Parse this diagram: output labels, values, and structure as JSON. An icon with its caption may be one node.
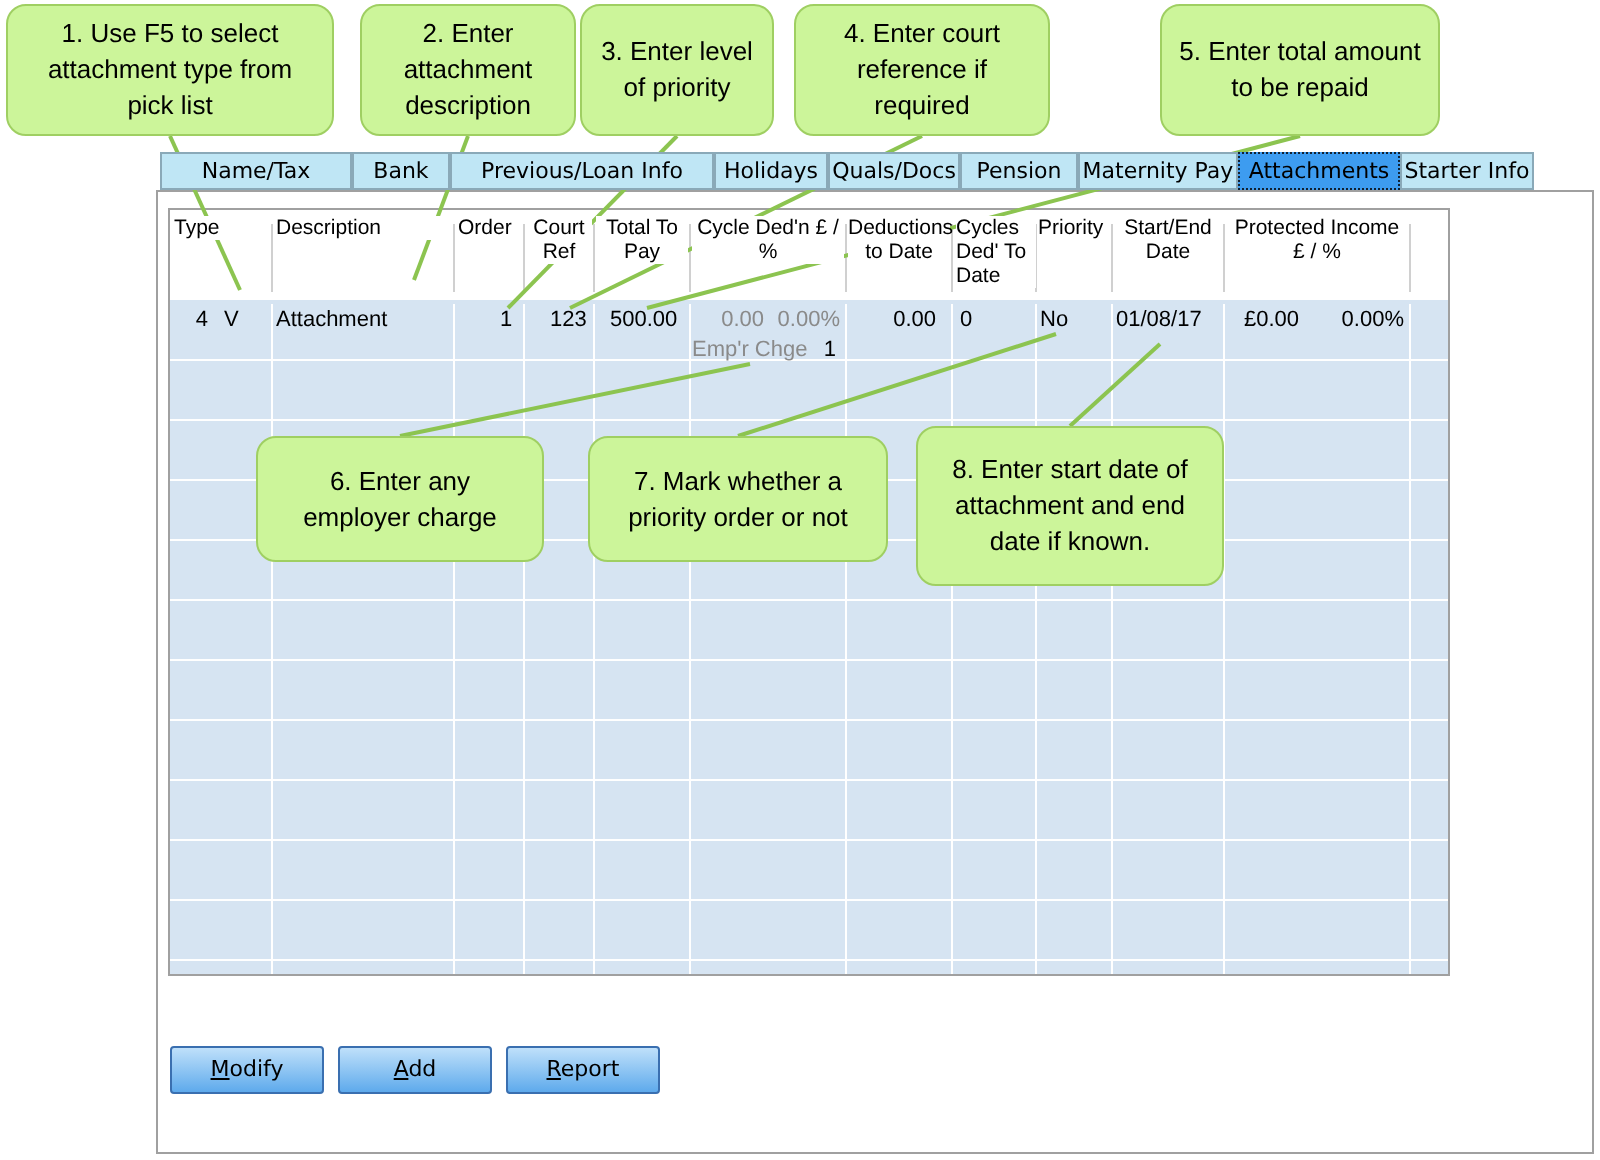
{
  "diagram": {
    "nodes": [
      {
        "text": [
          "1. Use F5 to select attachment type from pick list"
        ]
      },
      {
        "text": [
          "2. Enter attachment description"
        ]
      },
      {
        "text": [
          "3. Enter level of priority"
        ]
      },
      {
        "text": [
          "4. Enter court reference if required"
        ]
      },
      {
        "text": [
          "5. Enter total amount to be repaid"
        ]
      },
      {
        "text": [
          "6. Enter any employer charge"
        ]
      },
      {
        "text": [
          "7. Mark whether a priority order or not"
        ]
      },
      {
        "text": [
          "8. Enter start date of attachment and end date if known."
        ]
      },
      {
        "text": [
          "1"
        ]
      },
      {
        "text": [
          "123"
        ]
      },
      {
        "text": [
          "500.00"
        ]
      },
      {
        "text": [
          "Emp'r Chge"
        ]
      },
      {
        "text": [
          "No"
        ]
      }
    ],
    "edges": [
      {
        "from": 0,
        "to": null,
        "arrow": "none"
      },
      {
        "from": 1,
        "to": null,
        "arrow": "none"
      },
      {
        "from": 2,
        "to": 8,
        "arrow": "none"
      },
      {
        "from": 3,
        "to": 9,
        "arrow": "none"
      },
      {
        "from": 4,
        "to": 10,
        "arrow": "none"
      },
      {
        "from": 5,
        "to": 11,
        "arrow": "none"
      },
      {
        "from": 6,
        "to": 12,
        "arrow": "none"
      },
      {
        "from": 7,
        "to": null,
        "arrow": "none"
      }
    ],
    "labels": [
      "Name/Tax",
      "Bank",
      "Previous/Loan Info",
      "Holidays",
      "Quals/Docs",
      "Pension",
      "Maternity Pay",
      "Attachments",
      "Starter Info",
      "Type",
      "Description",
      "Order",
      "Court Ref",
      "Total To Pay",
      "Cycle Ded'n £ / %",
      "Deductions to Date",
      "Cycles Ded' To Date",
      "Priority",
      "Start/End Date",
      "Protected Income £ / %",
      "4",
      "V",
      "Attachment",
      "0.00",
      "0.00%",
      "1",
      "0.00",
      "0",
      "01/08/17",
      "£0.00",
      "0.00%",
      "Modify",
      "Add",
      "Report"
    ]
  }
}
